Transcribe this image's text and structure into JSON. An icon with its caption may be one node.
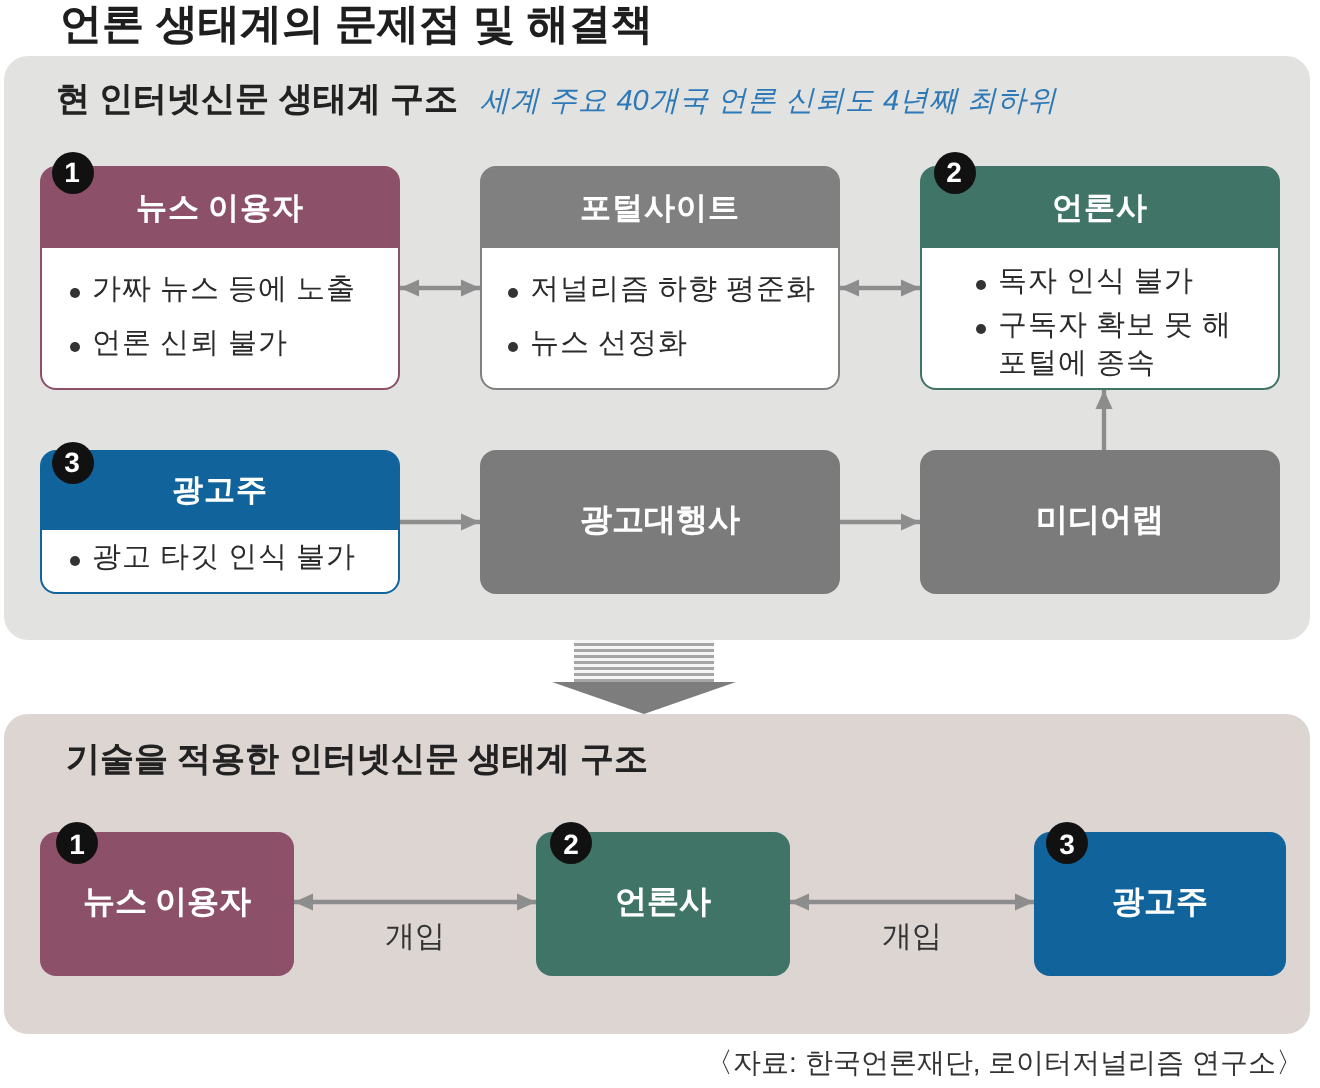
{
  "diagram": {
    "title": "언론 생태계의 문제점 및 해결책",
    "nodes": [
      {
        "text": [
          "현 인터넷신문 생태계 구조",
          "세계 주요 40개국 언론 신뢰도 4년째 최하위"
        ]
      },
      {
        "text": [
          "1",
          "뉴스 이용자",
          "가짜 뉴스 등에 노출",
          "언론 신뢰 불가"
        ],
        "in": 0
      },
      {
        "text": [
          "포털사이트",
          "저널리즘 하향 평준화",
          "뉴스 선정화"
        ],
        "in": 0
      },
      {
        "text": [
          "2",
          "언론사",
          "독자 인식 불가",
          "구독자 확보 못 해 포털에 종속"
        ],
        "in": 0
      },
      {
        "text": [
          "3",
          "광고주",
          "광고 타깃 인식 불가"
        ],
        "in": 0
      },
      {
        "text": [
          "광고대행사"
        ],
        "in": 0
      },
      {
        "text": [
          "미디어랩"
        ],
        "in": 0
      },
      {
        "text": [
          "기술을 적용한 인터넷신문 생태계 구조"
        ]
      },
      {
        "text": [
          "1",
          "뉴스 이용자"
        ],
        "in": 7
      },
      {
        "text": [
          "2",
          "언론사"
        ],
        "in": 7
      },
      {
        "text": [
          "3",
          "광고주"
        ],
        "in": 7
      }
    ],
    "edges": [
      {
        "from": 1,
        "to": 2,
        "arrow": "both"
      },
      {
        "from": 2,
        "to": 3,
        "arrow": "both"
      },
      {
        "from": 4,
        "to": 5,
        "arrow": "to"
      },
      {
        "from": 5,
        "to": 6,
        "arrow": "to"
      },
      {
        "from": 6,
        "to": 3,
        "arrow": "to"
      },
      {
        "from": 0,
        "to": 7,
        "arrow": "to",
        "style": "thick"
      },
      {
        "from": 8,
        "to": 9,
        "arrow": "both",
        "label": "개입"
      },
      {
        "from": 9,
        "to": 10,
        "arrow": "both",
        "label": "개입"
      }
    ],
    "labels": [
      "〈자료: 한국언론재단, 로이터저널리즘 연구소〉"
    ]
  }
}
